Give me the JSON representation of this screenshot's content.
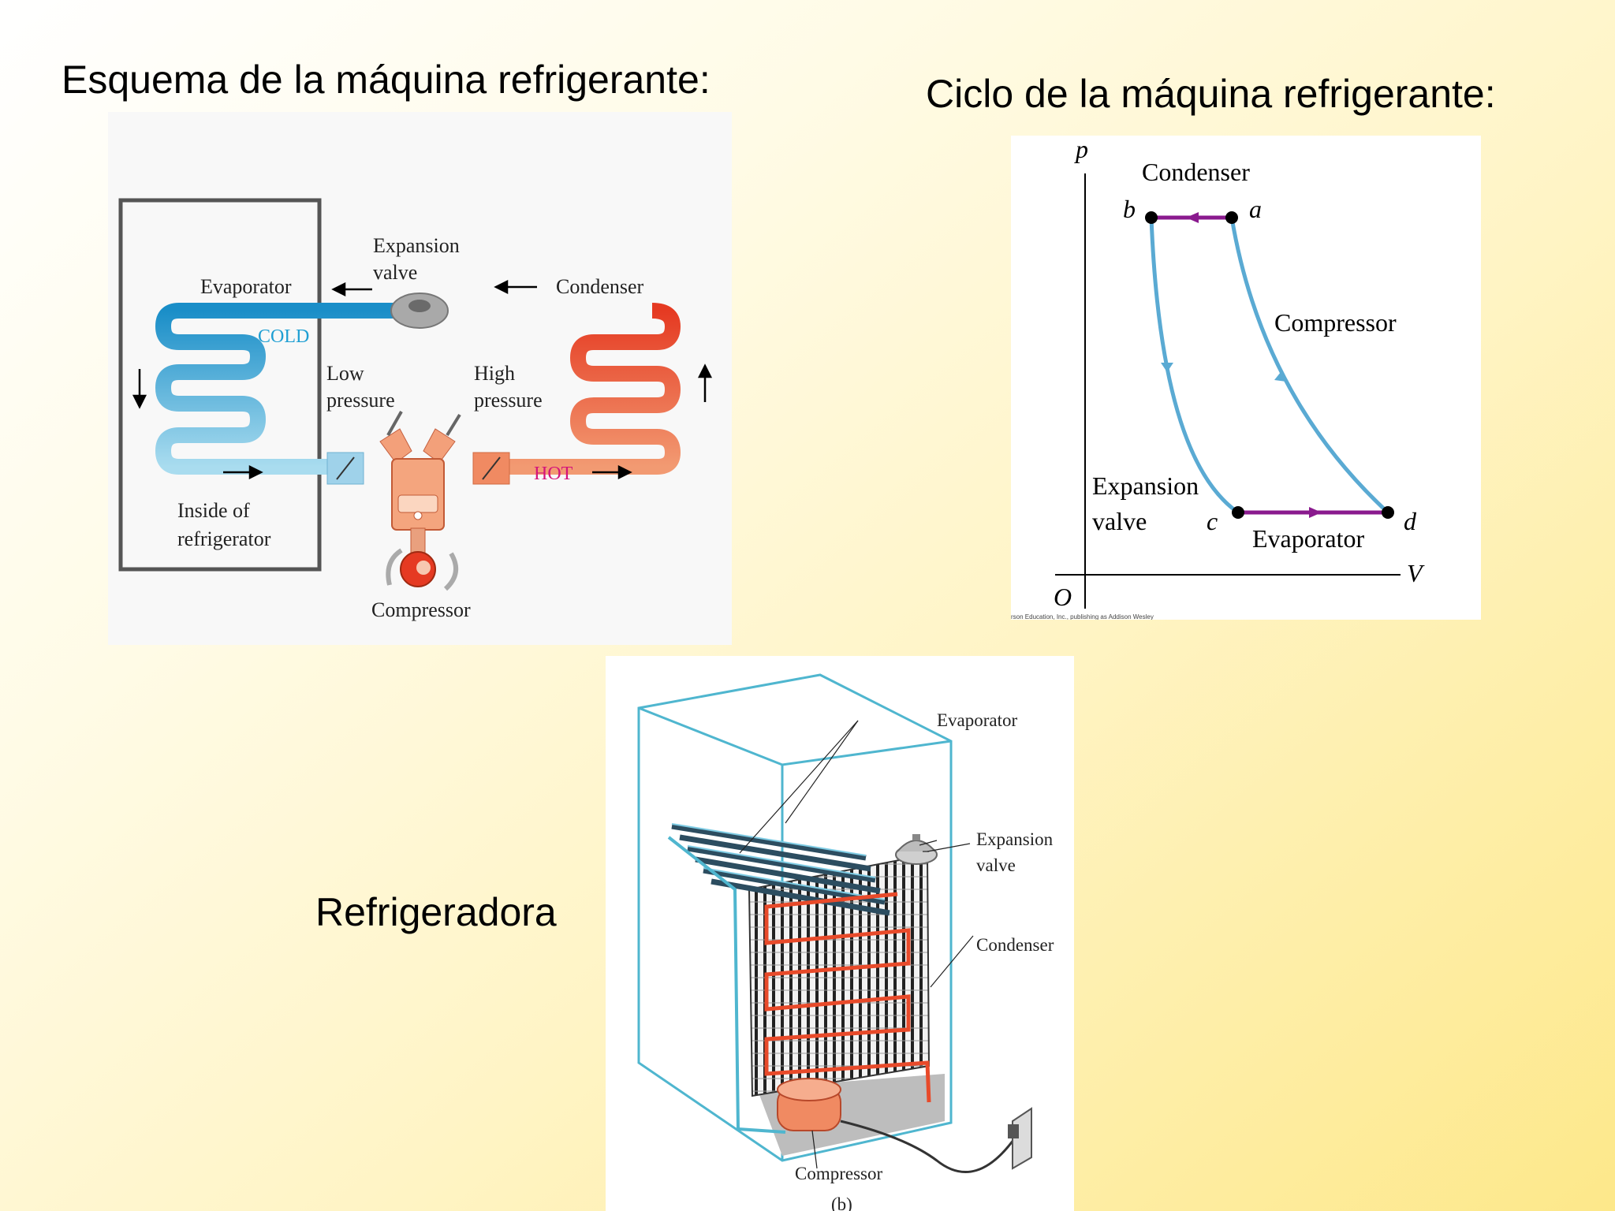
{
  "slide": {
    "title_schema": "Esquema de la máquina refrigerante:",
    "title_cycle": "Ciclo de la máquina refrigerante:",
    "title_fridge": "Refrigeradora"
  },
  "schematic": {
    "evaporator": "Evaporator",
    "expansion_valve_line1": "Expansion",
    "expansion_valve_line2": "valve",
    "condenser": "Condenser",
    "cold": "COLD",
    "hot": "HOT",
    "low_pressure_line1": "Low",
    "low_pressure_line2": "pressure",
    "high_pressure_line1": "High",
    "high_pressure_line2": "pressure",
    "inside_line1": "Inside of",
    "inside_line2": "refrigerator",
    "compressor": "Compressor",
    "colors": {
      "cold": "#1f9fd3",
      "hot": "#e84a2a",
      "hot_label": "#d4147a",
      "cold_label": "#1f9fd3"
    }
  },
  "pv_diagram": {
    "axis_p": "p",
    "axis_v": "V",
    "origin": "O",
    "point_a": "a",
    "point_b": "b",
    "point_c": "c",
    "point_d": "d",
    "condenser": "Condenser",
    "compressor": "Compressor",
    "expansion_line1": "Expansion",
    "expansion_line2": "valve",
    "evaporator": "Evaporator",
    "credit": "rson Education, Inc., publishing as Addison Wesley",
    "colors": {
      "curve": "#5aaad3",
      "isobar": "#8a1a8e",
      "point": "#000000"
    }
  },
  "fridge": {
    "evaporator": "Evaporator",
    "expansion_line1": "Expansion",
    "expansion_line2": "valve",
    "condenser": "Condenser",
    "compressor": "Compressor",
    "caption": "(b)",
    "colors": {
      "outline": "#4fb6cf",
      "hot": "#e84a2a",
      "coil": "#333333"
    }
  }
}
